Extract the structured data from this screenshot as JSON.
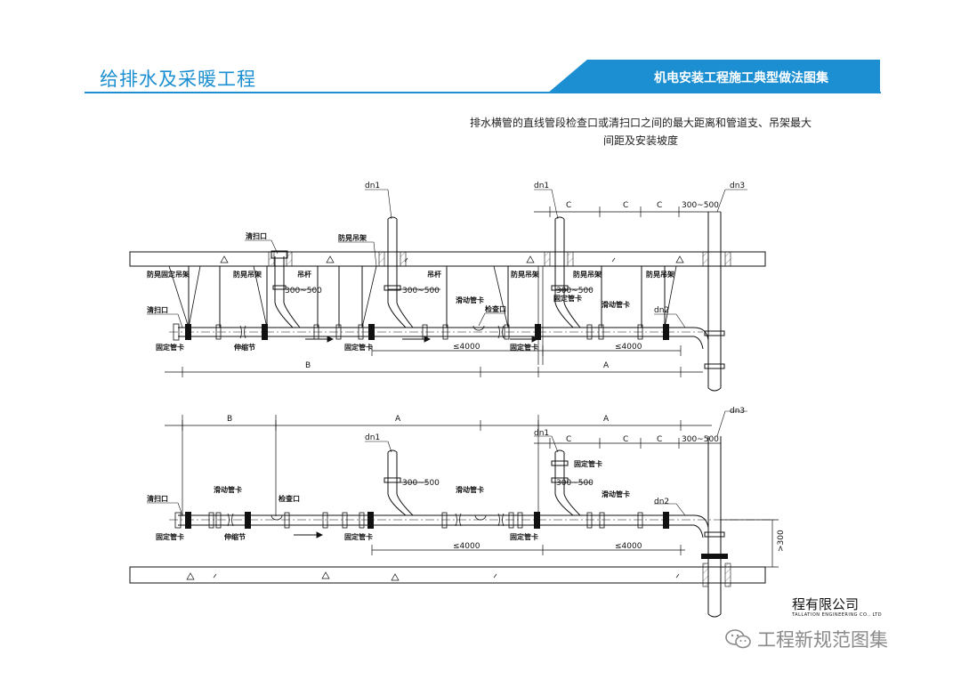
{
  "header": {
    "left_title": "给排水及采暖工程",
    "right_title": "机电安装工程施工典型做法图集"
  },
  "subtitle": {
    "line1": "排水横管的直线管段检查口或清扫口之间的最大距离和管道支、吊架最大",
    "line2": "间距及安装坡度"
  },
  "top_diagram": {
    "labels": {
      "dn1_a": "dn1",
      "dn1_b": "dn1",
      "dn3": "dn3",
      "dn2": "dn2",
      "cleanout_top": "清扫口",
      "anti_sway_fixed": "防晃固定吊架",
      "anti_sway_1": "防晃吊架",
      "anti_sway_2": "防晃吊架",
      "anti_sway_3": "防晃吊架",
      "anti_sway_4": "防晃吊架",
      "anti_sway_5": "防晃吊架",
      "hanger_rod_1": "吊杆",
      "hanger_rod_2": "吊杆",
      "fixed_clamp_top": "固定管卡",
      "slide_clamp_1": "滑动管卡",
      "slide_clamp_2": "滑动管卡",
      "inspection": "检查口",
      "cleanout_left": "清扫口",
      "fixed_clamp_left": "固定管卡",
      "expansion": "伸缩节",
      "fixed_clamp_mid": "固定管卡",
      "fixed_clamp_right": "固定管卡",
      "span_1": "300~500",
      "span_2": "300~500",
      "span_3": "300~500",
      "span_4": "300~500",
      "max_1": "≤4000",
      "max_2": "≤4000",
      "dim_B": "B",
      "dim_A": "A",
      "dim_C1": "C",
      "dim_C2": "C",
      "dim_C3": "C"
    }
  },
  "bottom_diagram": {
    "labels": {
      "dn1_a": "dn1",
      "dn1_b": "dn1",
      "dn3": "dn3",
      "dn2": "dn2",
      "dim_B": "B",
      "dim_A1": "A",
      "dim_A2": "A",
      "dim_C1": "C",
      "dim_C2": "C",
      "dim_C3": "C",
      "span_1": "300~500",
      "span_2": "300~500",
      "span_3": "300~500",
      "cleanout": "清扫口",
      "fixed_clamp_left": "固定管卡",
      "slide_clamp_1": "滑动管卡",
      "slide_clamp_2": "滑动管卡",
      "slide_clamp_3": "滑动管卡",
      "expansion": "伸缩节",
      "inspection": "检查口",
      "fixed_clamp_mid": "固定管卡",
      "fixed_clamp_right": "固定管卡",
      "fixed_clamp_riser": "固定管卡",
      "max_1": "≤4000",
      "max_2": "≤4000",
      "gt300": ">300"
    }
  },
  "company": {
    "name": "程有限公司",
    "name_en": "TALLATION ENGINEERING CO., LTD"
  },
  "watermark": {
    "text": "工程新规范图集",
    "icon": "wechat-icon"
  },
  "colors": {
    "brand_blue": "#1b8fd2",
    "line": "#111111"
  }
}
